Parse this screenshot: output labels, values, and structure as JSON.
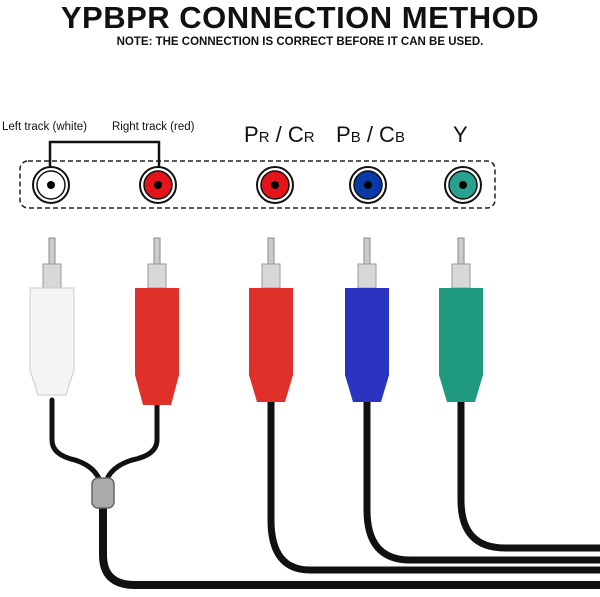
{
  "title": "YPBPR CONNECTION METHOD",
  "note": "NOTE: THE CONNECTION IS CORRECT BEFORE IT CAN BE USED.",
  "labels": {
    "left": "Left track (white)",
    "right": "Right track (red)",
    "pr": {
      "p": "P",
      "ps": "R",
      "sep": " / ",
      "c": "C",
      "cs": "R"
    },
    "pb": {
      "p": "P",
      "ps": "B",
      "sep": " / ",
      "c": "C",
      "cs": "B"
    },
    "y": "Y"
  },
  "colors": {
    "white": "#ffffff",
    "red": "#e0302a",
    "blue": "#2a34c0",
    "green": "#1f9a80",
    "jack_red": "#e4141c",
    "jack_blue": "#0a3aa8",
    "jack_green": "#2aa090"
  }
}
